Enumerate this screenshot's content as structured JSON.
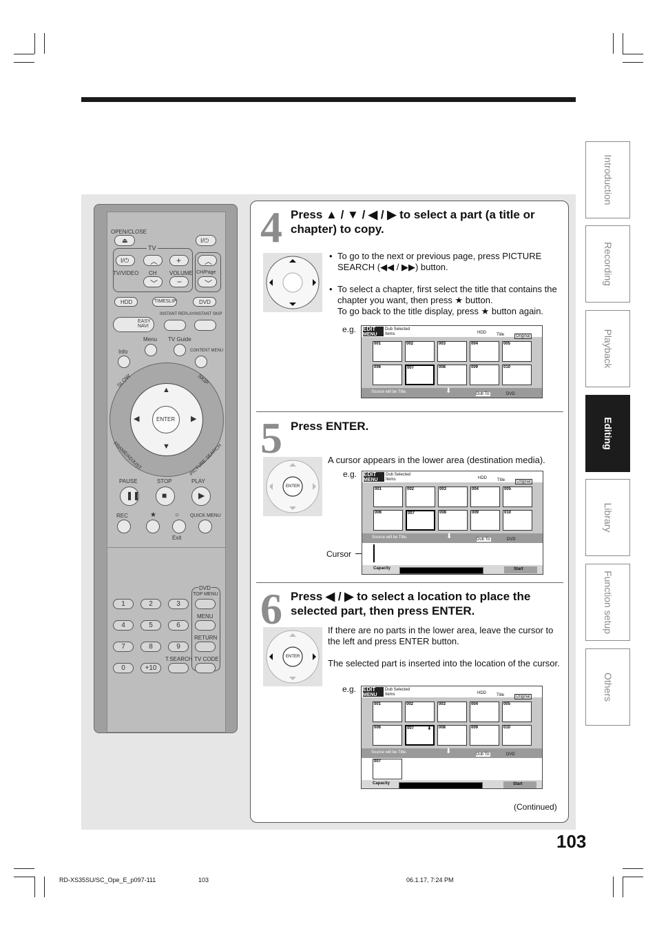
{
  "page_number": "103",
  "sidebar_tabs": [
    "Introduction",
    "Recording",
    "Playback",
    "Editing",
    "Library",
    "Function setup",
    "Others"
  ],
  "active_tab": "Editing",
  "steps": [
    {
      "number": "4",
      "title": "Press ▲ / ▼ / ◀ / ▶ to select a part (a title or chapter) to copy.",
      "bullets": [
        "To go to the next or previous page, press PICTURE SEARCH (◀◀ / ▶▶) button.",
        "To select a chapter, first select the title that contains the chapter you want, then press ★ button.",
        "To go back to the title display, press ★ button again."
      ],
      "eg": "e.g."
    },
    {
      "number": "5",
      "title": "Press ENTER.",
      "text": "A cursor appears in the lower area (destination media).",
      "eg": "e.g.",
      "cursor_label": "Cursor"
    },
    {
      "number": "6",
      "title": "Press ◀ / ▶ to select a location to place the selected part, then press ENTER.",
      "text1": "If there are no parts in the lower area, leave the cursor to the left and press ENTER button.",
      "text2": "The selected part is inserted into the location of the cursor.",
      "eg": "e.g."
    }
  ],
  "continued": "(Continued)",
  "screen": {
    "logo_top": "EDIT",
    "logo_bottom": "MENU",
    "heading1": "Dub Selected",
    "heading2": "Items",
    "source": "HDD",
    "mode": "Title",
    "mode_value": "Original",
    "thumb_labels": [
      "001",
      "002",
      "003",
      "004",
      "005",
      "006",
      "007",
      "008",
      "009",
      "010"
    ],
    "source_note": "Source will be Title.",
    "dub_to": "Dub To:",
    "destination": "DVD",
    "capacity": "Capacity",
    "start": "Start",
    "inserted_label": "007"
  },
  "remote": {
    "open_close": "OPEN/CLOSE",
    "tv": "TV",
    "tv_video": "TV/VIDEO",
    "ch": "CH",
    "volume": "VOLUME",
    "ch_page": "CH/Page",
    "hdd": "HDD",
    "timeslip": "TIMESLIP",
    "dvd": "DVD",
    "easy_navi": "EASY NAVI",
    "instant_replay": "INSTANT REPLAY",
    "instant_skip": "INSTANT SKIP",
    "menu": "Menu",
    "tv_guide": "TV Guide",
    "info": "Info",
    "content_menu": "CONTENT MENU",
    "slow": "SLOW",
    "skip": "SKIP",
    "enter": "ENTER",
    "frame_adjust": "FRAME/ADJUST",
    "picture_search": "PICTURE SEARCH",
    "pause": "PAUSE",
    "stop": "STOP",
    "play": "PLAY",
    "rec": "REC",
    "quick_menu": "QUICK MENU",
    "exit": "Exit",
    "dvd_top_menu_a": "DVD",
    "dvd_top_menu_b": "TOP MENU",
    "menu2": "MENU",
    "return": "RETURN",
    "t_search": "T.SEARCH",
    "tv_code": "TV CODE",
    "numbers": [
      "1",
      "2",
      "3",
      "4",
      "5",
      "6",
      "7",
      "8",
      "9",
      "0",
      "+10"
    ]
  },
  "footer": {
    "file": "RD-XS35SU/SC_Ope_E_p097-111",
    "page": "103",
    "datetime": "06.1.17, 7:24 PM"
  }
}
